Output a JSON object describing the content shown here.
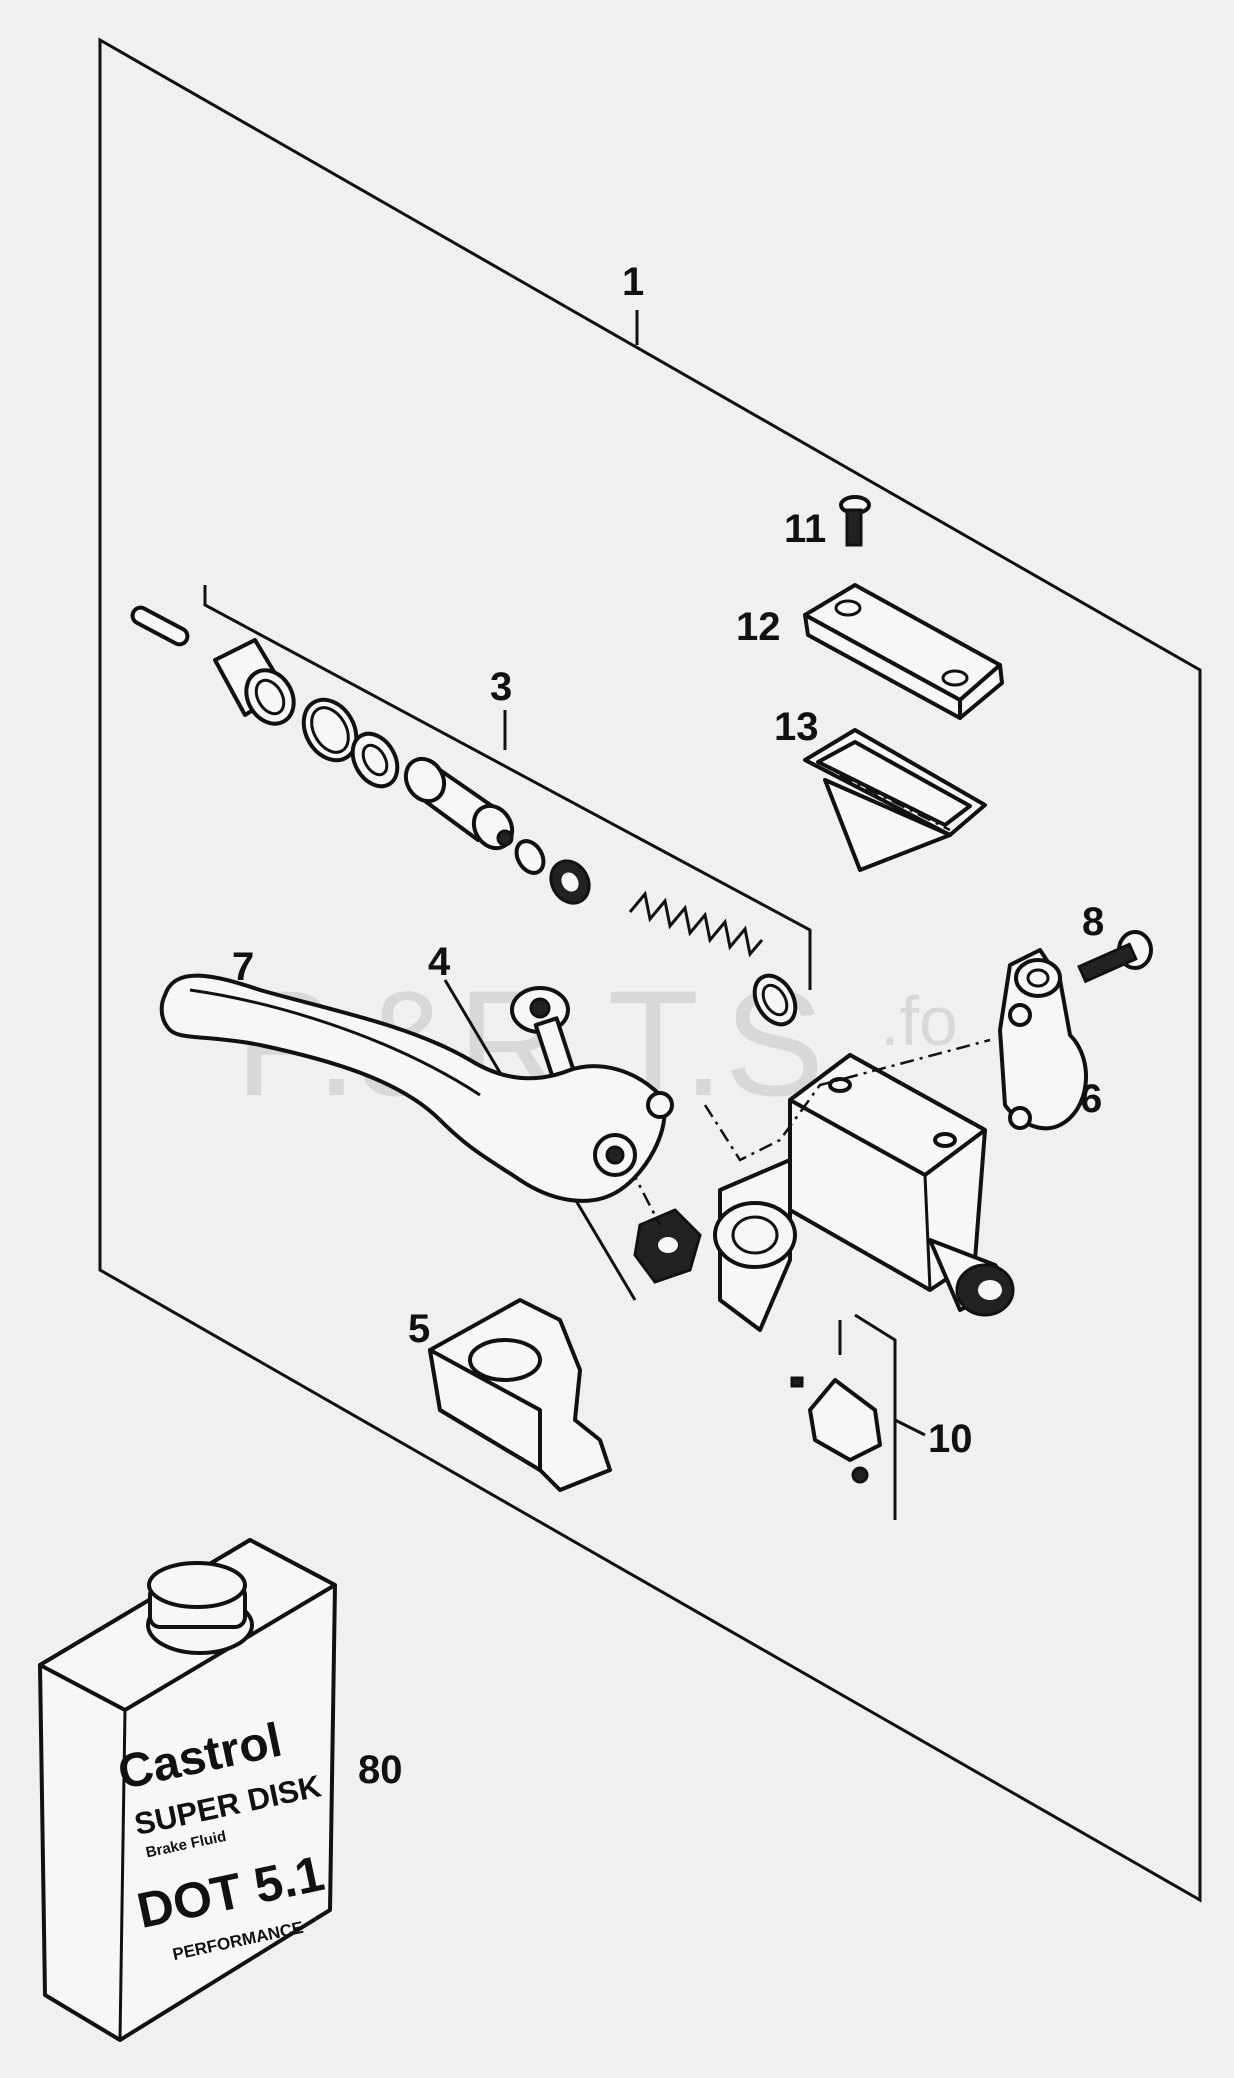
{
  "diagram": {
    "watermark": {
      "main": "P.&R.T.S.",
      "suffix": ".fo"
    },
    "callouts": {
      "assembly": "1",
      "piston_kit": "3",
      "bolt": "4",
      "boot": "5",
      "clamp": "6",
      "lever": "7",
      "clamp_screw": "8",
      "switch": "10",
      "cover_screw": "11",
      "cover": "12",
      "diaphragm": "13",
      "brake_fluid": "80"
    },
    "brake_fluid_can": {
      "brand": "Castrol",
      "product": "SUPER DISK",
      "subtitle": "Brake Fluid",
      "spec": "DOT 5.1",
      "grade": "PERFORMANCE"
    }
  }
}
